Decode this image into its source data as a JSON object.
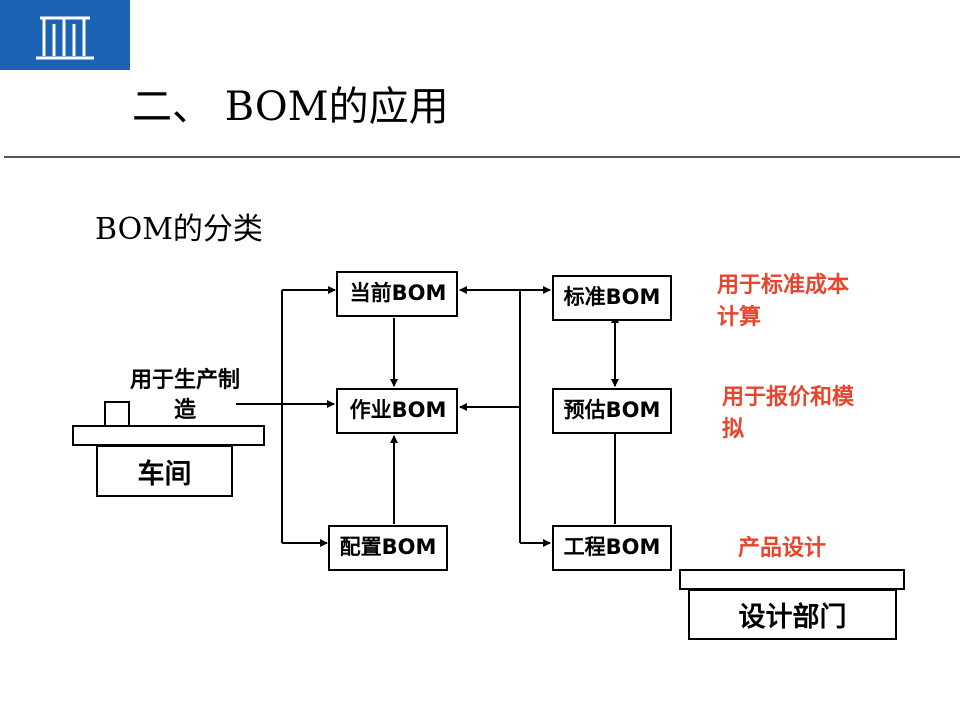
{
  "header": {
    "title": "二、 BOM的应用"
  },
  "section": {
    "subtitle": "BOM的分类"
  },
  "diagram": {
    "nodes": {
      "current_bom": "当前BOM",
      "work_bom": "作业BOM",
      "config_bom": "配置BOM",
      "standard_bom": "标准BOM",
      "estimate_bom": "预估BOM",
      "engineering_bom": "工程BOM"
    },
    "workshop": {
      "label": "车间",
      "caption": "用于生产制造"
    },
    "design_dept": {
      "label": "设计部门",
      "caption": "产品设计"
    },
    "notes": {
      "standard_cost": "用于标准成本计算",
      "quote": "用于报价和模拟"
    }
  },
  "colors": {
    "brand": "#1b63b4",
    "note": "#e8452c"
  }
}
